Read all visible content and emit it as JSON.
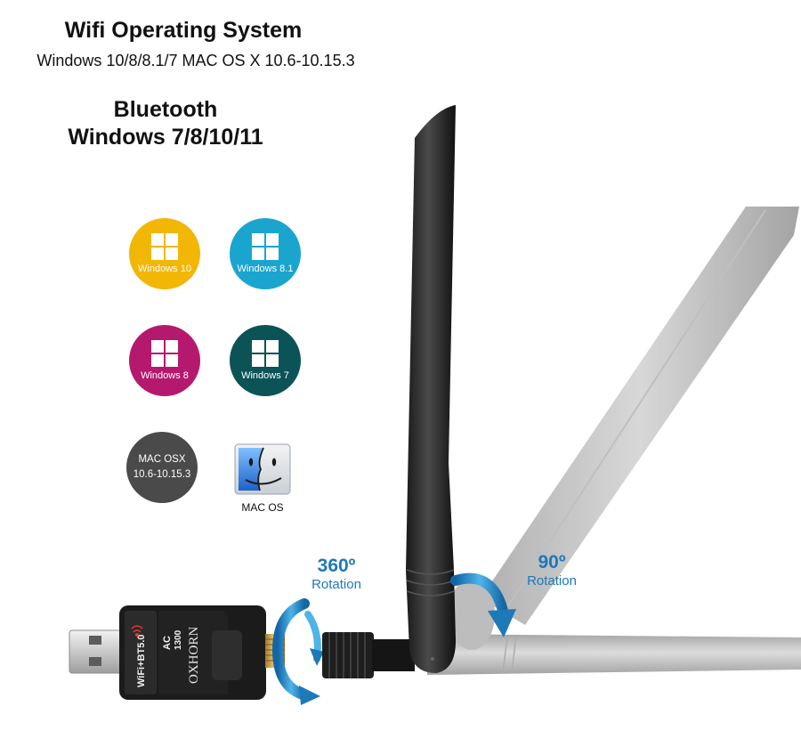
{
  "header": {
    "wifi_title": "Wifi Operating System",
    "wifi_systems": "Windows 10/8/8.1/7 MAC OS X 10.6-10.15.3",
    "bt_title_line1": "Bluetooth",
    "bt_title_line2": "Windows 7/8/10/11"
  },
  "os_badges": [
    {
      "label": "Windows 10",
      "color": "#f2b705",
      "icon": "windows-logo-icon"
    },
    {
      "label": "Windows 8.1",
      "color": "#1aa5cf",
      "icon": "windows-logo-icon"
    },
    {
      "label": "Windows 8",
      "color": "#b5196e",
      "icon": "windows-logo-icon"
    },
    {
      "label": "Windows 7",
      "color": "#0b5357",
      "icon": "windows-logo-icon"
    }
  ],
  "mac_badge": {
    "line1": "MAC OSX",
    "line2": "10.6-10.15.3",
    "color": "#4a4a4a"
  },
  "mac_icon": {
    "label": "MAC OS",
    "icon": "finder-face-icon"
  },
  "rotation_left": {
    "value": "360º",
    "label": "Rotation",
    "color": "#1e79b7"
  },
  "rotation_right": {
    "value": "90º",
    "label": "Rotation",
    "color": "#1e79b7"
  },
  "device": {
    "brand": "OXHORN",
    "side_text": "WiFi+BT5.0",
    "model": "AC",
    "speed": "1300"
  }
}
